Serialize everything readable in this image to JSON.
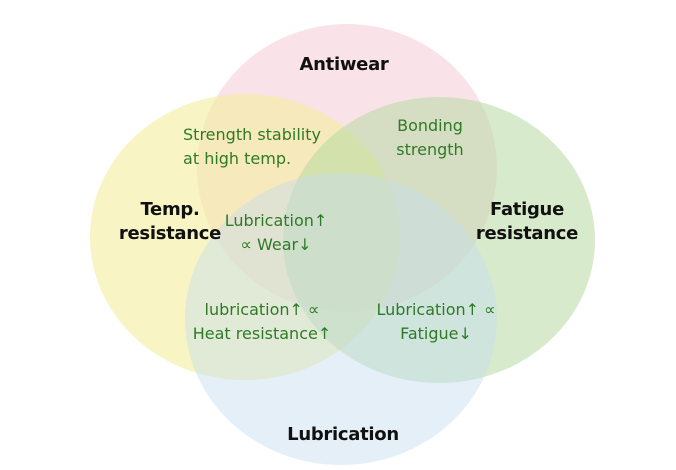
{
  "circles": {
    "antiwear": {
      "label": "Antiwear",
      "color": "#f8d9e0"
    },
    "temp": {
      "label_line1": "Temp.",
      "label_line2": "resistance",
      "color": "#f4ec9c"
    },
    "fatigue": {
      "label_line1": "Fatigue",
      "label_line2": "resistance",
      "color": "#b7daa2"
    },
    "lubrication": {
      "label": "Lubrication",
      "color": "#c6dcf0"
    }
  },
  "overlaps": {
    "temp_antiwear": {
      "line1": "Strength stability",
      "line2": "at high temp."
    },
    "antiwear_fatigue": {
      "line1": "Bonding",
      "line2": "strength"
    },
    "antiwear_lubrication": {
      "line1": "Lubrication↑",
      "line2": "∝ Wear↓"
    },
    "temp_lubrication": {
      "line1": "lubrication↑ ∝",
      "line2": "Heat resistance↑"
    },
    "fatigue_lubrication": {
      "line1": "Lubrication↑ ∝",
      "line2": "Fatigue↓"
    }
  },
  "text_color": "#2f7a26"
}
